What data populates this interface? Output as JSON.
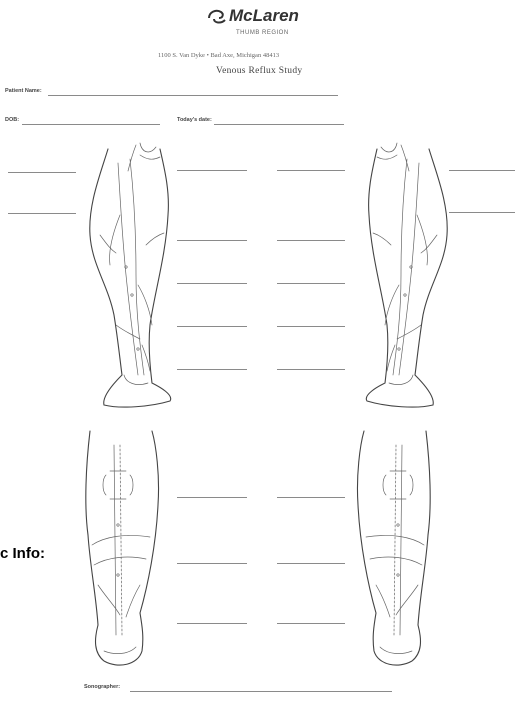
{
  "header": {
    "logo_text": "McLaren",
    "region": "THUMB REGION",
    "address": "1100 S. Van Dyke • Bad Axe, Michigan 48413",
    "title": "Venous Reflux Study"
  },
  "fields": {
    "patient_name_label": "Patient Name:",
    "dob_label": "DOB:",
    "todays_date_label": "Today's date:",
    "sonographer_label": "Sonographer:"
  },
  "side_text": "c Info:",
  "colors": {
    "ink": "#444444",
    "line": "#8a8a8a",
    "background": "#ffffff"
  }
}
